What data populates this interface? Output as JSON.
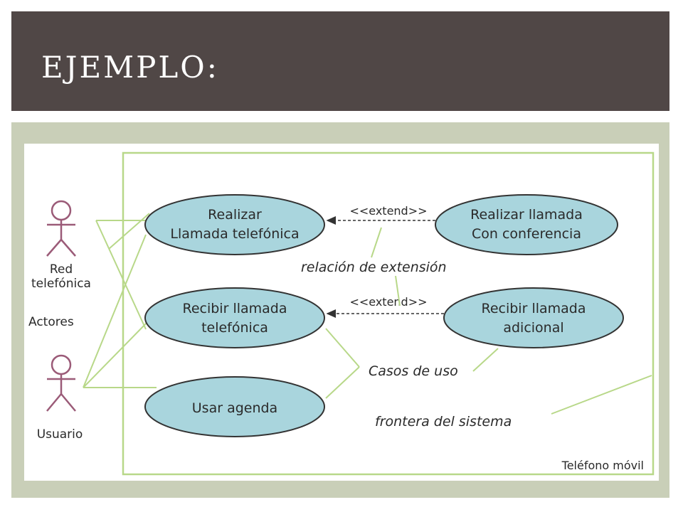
{
  "slide": {
    "title": "EJEMPLO:"
  },
  "diagram": {
    "system_label": "Teléfono móvil",
    "actors": [
      {
        "id": "red",
        "line1": "Red",
        "line2": "telefónica"
      },
      {
        "id": "usuario",
        "line1": "Usuario",
        "line2": ""
      }
    ],
    "use_cases": [
      {
        "id": "realizar",
        "line1": "Realizar",
        "line2": "Llamada telefónica"
      },
      {
        "id": "conferencia",
        "line1": "Realizar llamada",
        "line2": "Con conferencia"
      },
      {
        "id": "recibir",
        "line1": "Recibir llamada",
        "line2": "telefónica"
      },
      {
        "id": "adicional",
        "line1": "Recibir llamada",
        "line2": "adicional"
      },
      {
        "id": "agenda",
        "line1": "Usar agenda",
        "line2": ""
      }
    ],
    "relations": [
      {
        "label": "<<extend>>"
      },
      {
        "label": "<<extend>>"
      }
    ],
    "annotations": {
      "actores": "Actores",
      "relacion": "relación de extensión",
      "casos": "Casos de uso",
      "frontera": "frontera del sistema"
    },
    "colors": {
      "ellipse_fill": "#a9d5dd",
      "ellipse_stroke": "#333333",
      "boundary": "#b8d889",
      "actor": "#9b5b78",
      "pointer": "#b8d889"
    }
  }
}
